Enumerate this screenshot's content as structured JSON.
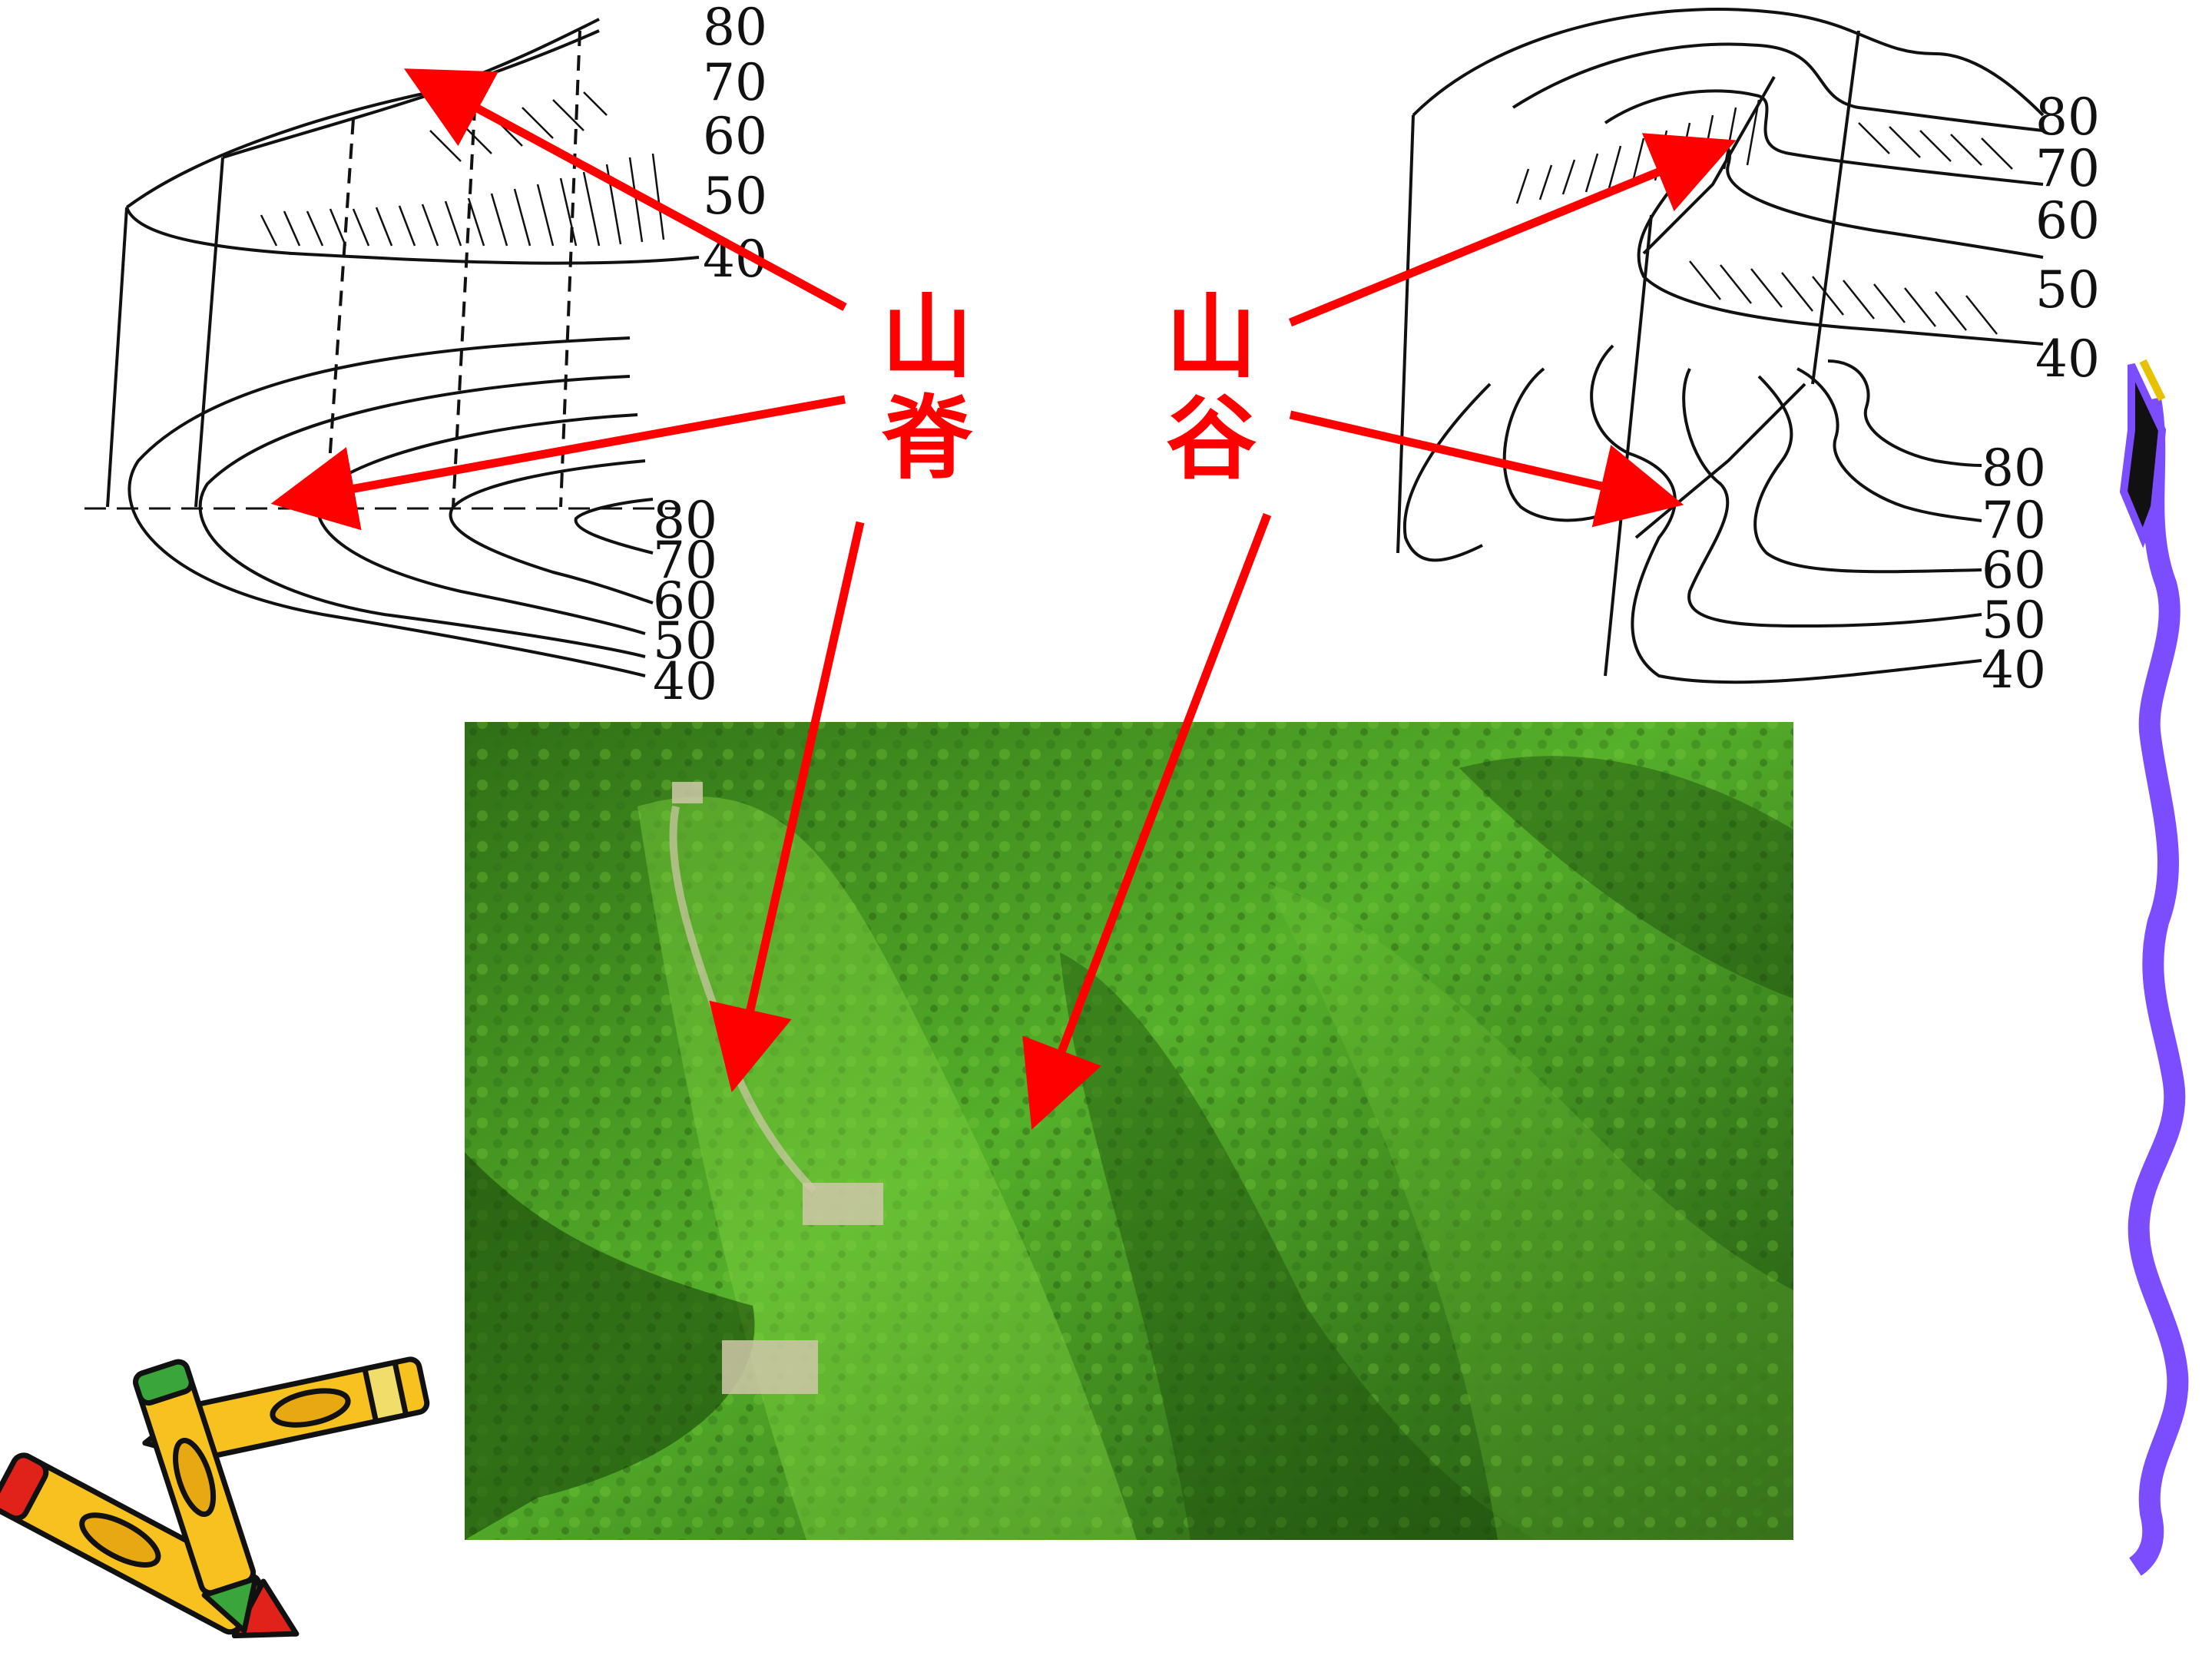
{
  "slide": {
    "labels": {
      "ridge_line1": "山",
      "ridge_line2": "脊",
      "valley_line1": "山",
      "valley_line2": "谷"
    },
    "left_diagram": {
      "upper_numbers": [
        "80",
        "70",
        "60",
        "50",
        "40"
      ],
      "lower_numbers": [
        "80",
        "70",
        "60",
        "50",
        "40"
      ]
    },
    "right_diagram": {
      "upper_numbers": [
        "80",
        "70",
        "60",
        "50",
        "40"
      ],
      "lower_numbers": [
        "80",
        "70",
        "60",
        "50",
        "40"
      ]
    },
    "colors": {
      "arrow": "#ff0000",
      "label": "#ff0000",
      "wavy_border": "#7b4dff",
      "photo_green": "#3f9a1c"
    },
    "icons": [
      "crayons-clipart-icon",
      "mountain-photo"
    ]
  }
}
